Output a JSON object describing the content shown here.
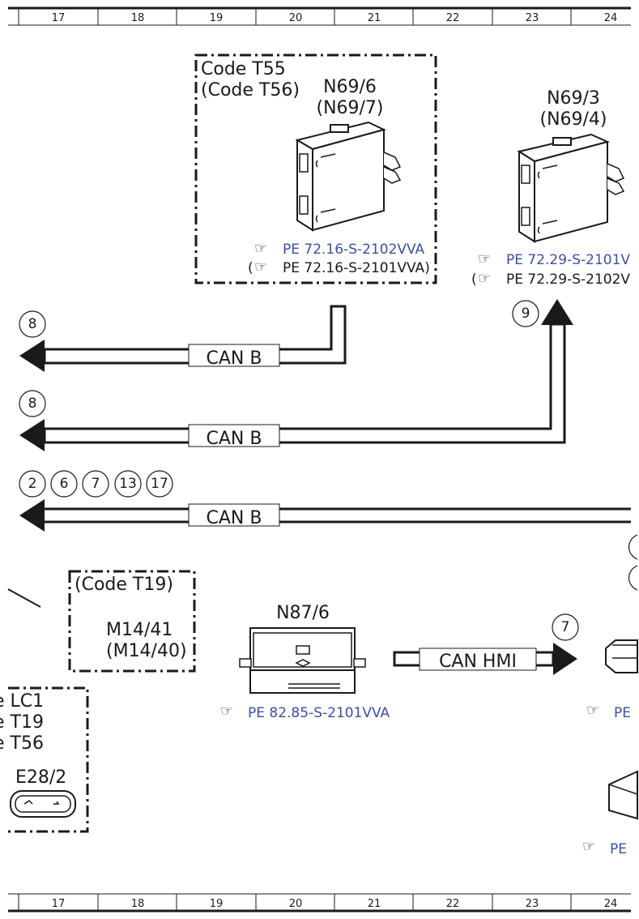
{
  "ruler": {
    "columns": [
      "17",
      "18",
      "19",
      "20",
      "21",
      "22",
      "23",
      "24"
    ]
  },
  "box_t55": {
    "code": "Code T55",
    "alt_code": "(Code T56)"
  },
  "module_n69_6": {
    "name": "N69/6",
    "alt_name": "(N69/7)",
    "ref1": "PE 72.16-S-2102VVA",
    "ref2_open": "(",
    "ref2": "PE 72.16-S-2101VVA)"
  },
  "module_n69_3": {
    "name": "N69/3",
    "alt_name": "(N69/4)",
    "ref1": "PE 72.29-S-2101V",
    "ref2_open": "(",
    "ref2": "PE 72.29-S-2102V"
  },
  "bus1": {
    "label": "CAN B",
    "markers": [
      "8"
    ]
  },
  "bus2": {
    "label": "CAN B",
    "markers": [
      "8"
    ],
    "marker_right": "9"
  },
  "bus3": {
    "label": "CAN B",
    "markers": [
      "2",
      "6",
      "7",
      "13",
      "17"
    ]
  },
  "box_t19": {
    "code": "(Code T19)",
    "name": "M14/41",
    "alt_name": "(M14/40)"
  },
  "module_n87_6": {
    "name": "N87/6",
    "ref": "PE 82.85-S-2101VVA"
  },
  "can_hmi": {
    "label": "CAN HMI",
    "marker": "7"
  },
  "box_lc1": {
    "line1": "e LC1",
    "line2": "e T19",
    "line3": "e T56",
    "name": "E28/2"
  },
  "right_refs": {
    "ref_a": "PE",
    "ref_b": "PE"
  },
  "colors": {
    "link": "#3d4fa0",
    "line": "#1a1a1a"
  }
}
